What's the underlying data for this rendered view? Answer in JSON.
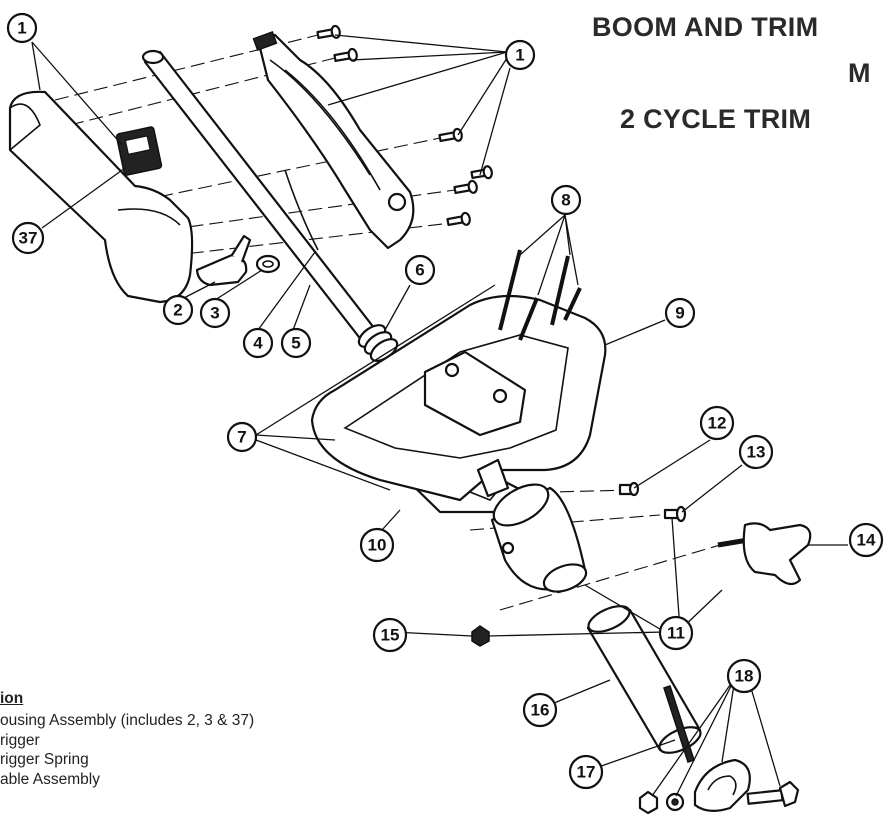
{
  "title_lines": [
    "BOOM AND TRIM",
    "M",
    "2 CYCLE TRIM"
  ],
  "callouts": [
    "1",
    "1",
    "37",
    "2",
    "3",
    "4",
    "5",
    "6",
    "7",
    "8",
    "9",
    "10",
    "11",
    "12",
    "13",
    "14",
    "15",
    "16",
    "17",
    "18"
  ],
  "legend": {
    "heading": "ion",
    "rows": [
      "ousing Assembly (includes 2, 3 & 37)",
      "rigger",
      "rigger Spring",
      "able Assembly"
    ]
  }
}
